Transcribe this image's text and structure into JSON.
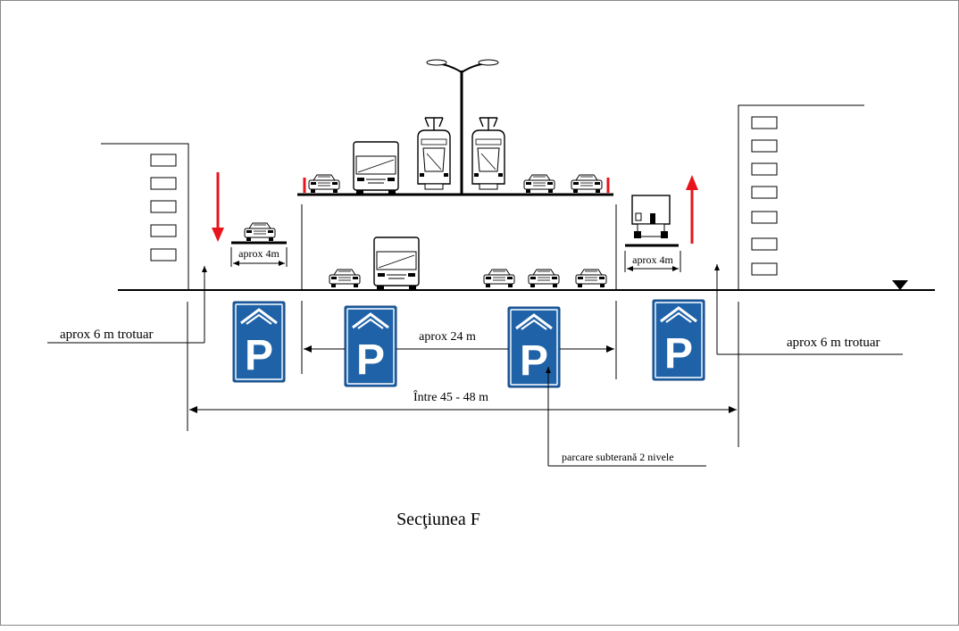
{
  "labels": {
    "left_sidewalk": "aprox 6 m trotuar",
    "right_sidewalk": "aprox 6 m trotuar",
    "left_lane": "aprox 4m",
    "right_lane": "aprox 4m",
    "center_width": "aprox 24 m",
    "total_width": "Între 45 - 48 m",
    "underground_parking": "parcare  subterană  2 nivele"
  },
  "parking_sign_letter": "P",
  "caption": "Secţiunea F",
  "colors": {
    "parking_sign": "#1f62a8",
    "arrow": "#e8141b",
    "line": "#000000"
  },
  "icons": {
    "parking": "parking-sign-icon",
    "direction_down": "arrow-down-icon",
    "direction_up": "arrow-up-icon"
  }
}
